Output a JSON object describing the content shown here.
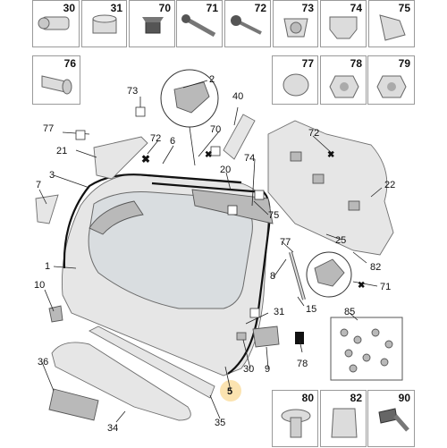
{
  "parts_grid_top": [
    "30",
    "31",
    "70",
    "71",
    "72",
    "73",
    "74",
    "75"
  ],
  "parts_grid_second": [
    "76",
    "77",
    "78",
    "79"
  ],
  "parts_grid_bottom": [
    "80",
    "82",
    "90"
  ],
  "callouts": {
    "c1": "1",
    "c2": "2",
    "c3": "3",
    "c5": "5",
    "c6": "6",
    "c7": "7",
    "c8": "8",
    "c9": "9",
    "c10": "10",
    "c15": "15",
    "c20": "20",
    "c21": "21",
    "c22": "22",
    "c25": "25",
    "c30": "30",
    "c31": "31",
    "c34": "34",
    "c35": "35",
    "c36": "36",
    "c40": "40",
    "c70a": "70",
    "c71": "71",
    "c72a": "72",
    "c72b": "72",
    "c73": "73",
    "c74": "74",
    "c75": "75",
    "c77a": "77",
    "c77b": "77",
    "c78": "78",
    "c82": "82",
    "c85": "85"
  },
  "highlight_color": "#fbe3b0"
}
